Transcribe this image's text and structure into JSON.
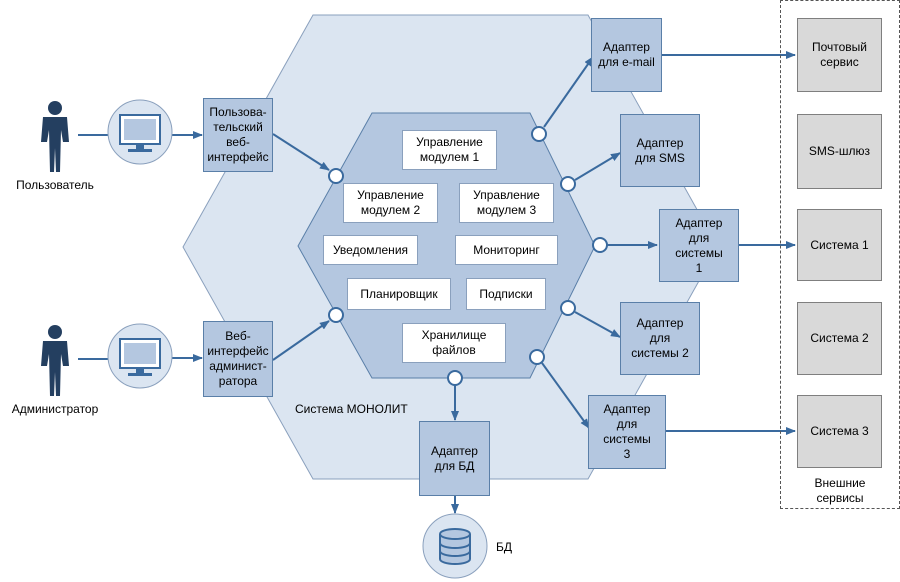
{
  "actors": {
    "user": "Пользователь",
    "admin": "Администратор"
  },
  "system": {
    "label": "Система МОНОЛИТ",
    "modules": {
      "m1": "Управление модулем 1",
      "m2": "Управление модулем 2",
      "m3": "Управление модулем 3",
      "notifications": "Уведомления",
      "monitoring": "Мониторинг",
      "scheduler": "Планировщик",
      "subscriptions": "Подписки",
      "files": "Хранилище файлов"
    }
  },
  "interfaces": {
    "user_web": "Пользова-тельский веб-интерфейс",
    "admin_web": "Веб-интерфейс админист-ратора"
  },
  "adapters": {
    "email": "Адаптер для e-mail",
    "sms": "Адаптер для SMS",
    "sys1": "Адаптер для системы 1",
    "sys2": "Адаптер для системы 2",
    "sys3": "Адаптер для системы 3",
    "db": "Адаптер для БД"
  },
  "external": {
    "mail": "Почтовый сервис",
    "sms": "SMS-шлюз",
    "sys1": "Система 1",
    "sys2": "Система 2",
    "sys3": "Система 3",
    "group_label": "Внешние сервисы"
  },
  "db": {
    "label": "БД"
  },
  "colors": {
    "outer_hex": "#dbe5f1",
    "inner_hex": "#b4c7e0",
    "adapter": "#b4c7e0",
    "external": "#d9d9d9",
    "arrow": "#3a6a9e",
    "actor": "#243f60"
  },
  "icons": {
    "person": "person-icon",
    "monitor": "monitor-icon",
    "database": "database-icon"
  }
}
